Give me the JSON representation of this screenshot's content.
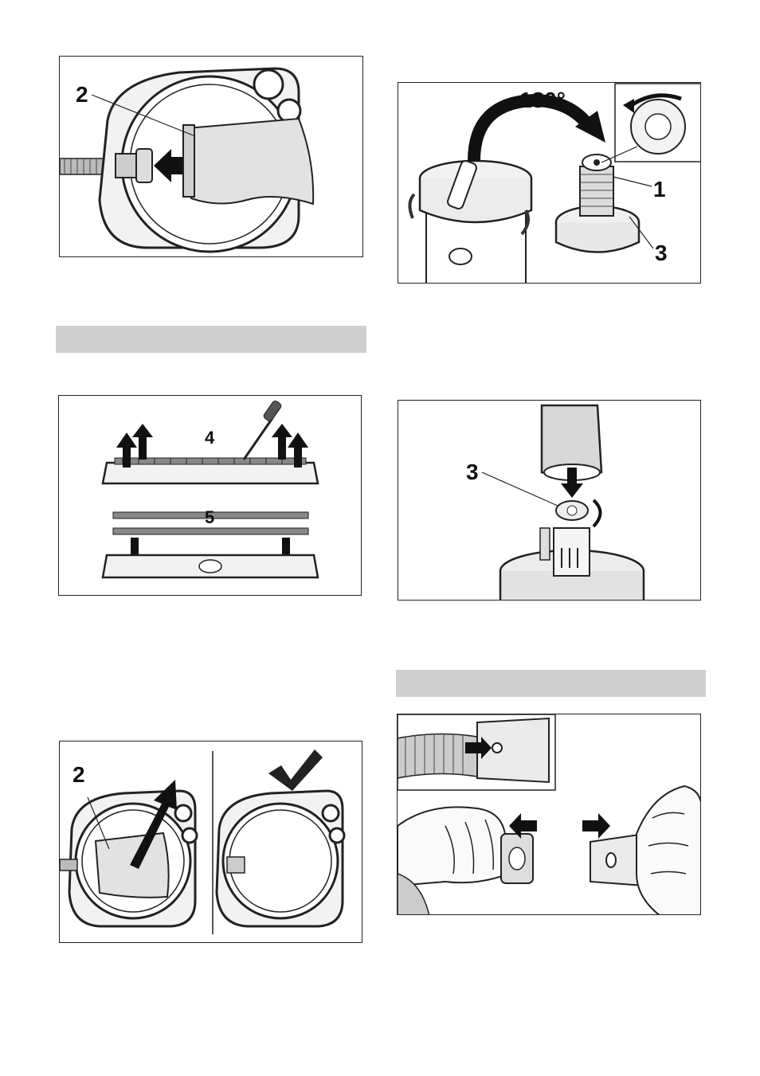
{
  "figures": {
    "fig_bag_remove": {
      "callouts": [
        "2"
      ]
    },
    "fig_rotate": {
      "angle_label": "180°",
      "callouts": [
        "1",
        "3"
      ]
    },
    "fig_brushes": {
      "callouts": [
        "4",
        "5"
      ]
    },
    "fig_filter_insert": {
      "callouts": [
        "3"
      ]
    },
    "fig_bag_pull": {
      "callouts": [
        "2"
      ]
    }
  },
  "colors": {
    "section_bar": "#cfcfcf",
    "line": "#222222",
    "fill": "#e6e6e6"
  }
}
